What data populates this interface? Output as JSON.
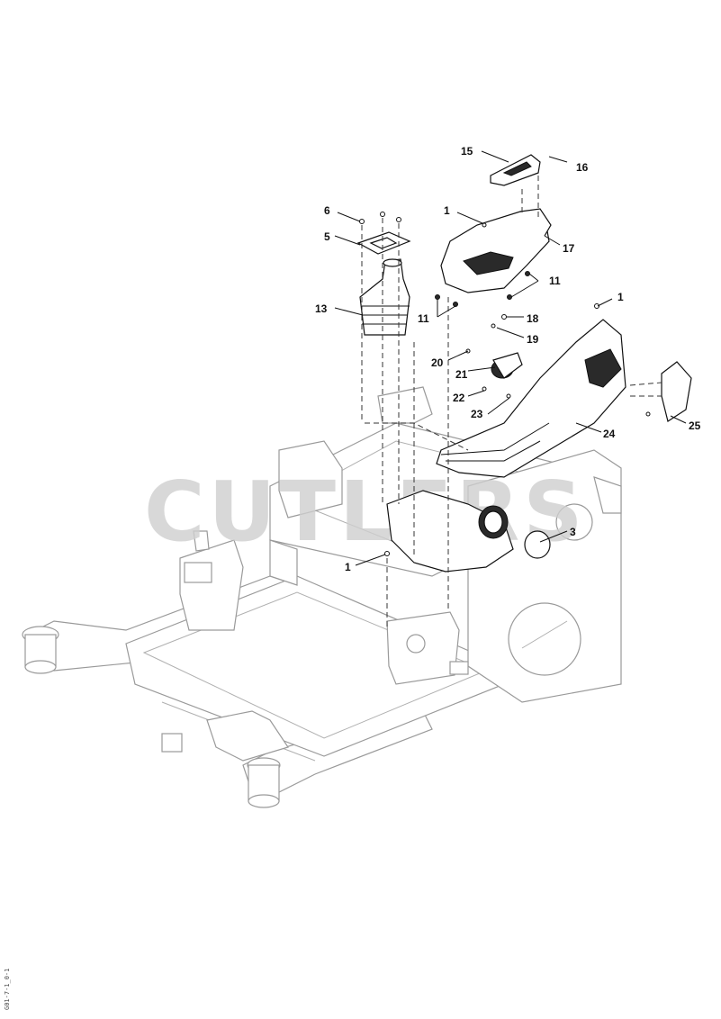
{
  "watermark": {
    "text": "CUTLERS"
  },
  "callouts": [
    {
      "id": "c15",
      "label": "15"
    },
    {
      "id": "c16",
      "label": "16"
    },
    {
      "id": "c6",
      "label": "6"
    },
    {
      "id": "c1a",
      "label": "1"
    },
    {
      "id": "c5",
      "label": "5"
    },
    {
      "id": "c17",
      "label": "17"
    },
    {
      "id": "c11a",
      "label": "11"
    },
    {
      "id": "c13",
      "label": "13"
    },
    {
      "id": "c11b",
      "label": "11"
    },
    {
      "id": "c1b",
      "label": "1"
    },
    {
      "id": "c18",
      "label": "18"
    },
    {
      "id": "c19",
      "label": "19"
    },
    {
      "id": "c20",
      "label": "20"
    },
    {
      "id": "c21",
      "label": "21"
    },
    {
      "id": "c22",
      "label": "22"
    },
    {
      "id": "c23",
      "label": "23"
    },
    {
      "id": "c24",
      "label": "24"
    },
    {
      "id": "c25",
      "label": "25"
    },
    {
      "id": "c3",
      "label": "3"
    },
    {
      "id": "c1c",
      "label": "1"
    }
  ],
  "side_code": "G01-7-1_0-1"
}
